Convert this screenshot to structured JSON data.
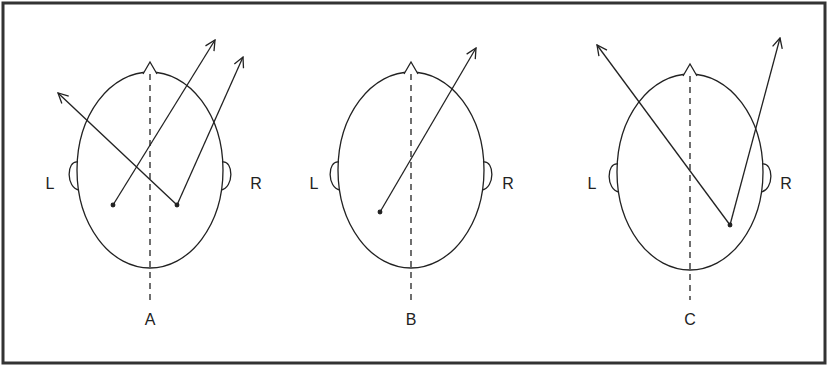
{
  "diagram": {
    "labels": [
      "L",
      "R",
      "A",
      "L",
      "R",
      "B",
      "L",
      "R",
      "C"
    ]
  }
}
